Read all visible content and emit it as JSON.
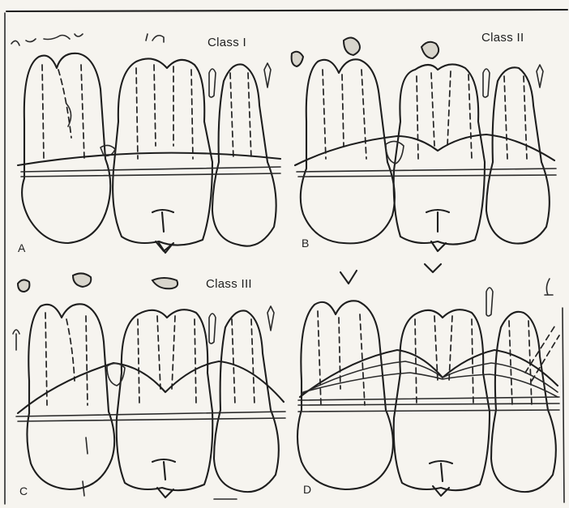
{
  "figure": {
    "panels": [
      {
        "letter": "A",
        "class_label": "Class I"
      },
      {
        "letter": "B",
        "class_label": "Class II"
      },
      {
        "letter": "C",
        "class_label": "Class III"
      },
      {
        "letter": "D",
        "class_label": ""
      }
    ]
  },
  "colors": {
    "paper": "#f6f4ef",
    "ink": "#1e1e1e"
  }
}
